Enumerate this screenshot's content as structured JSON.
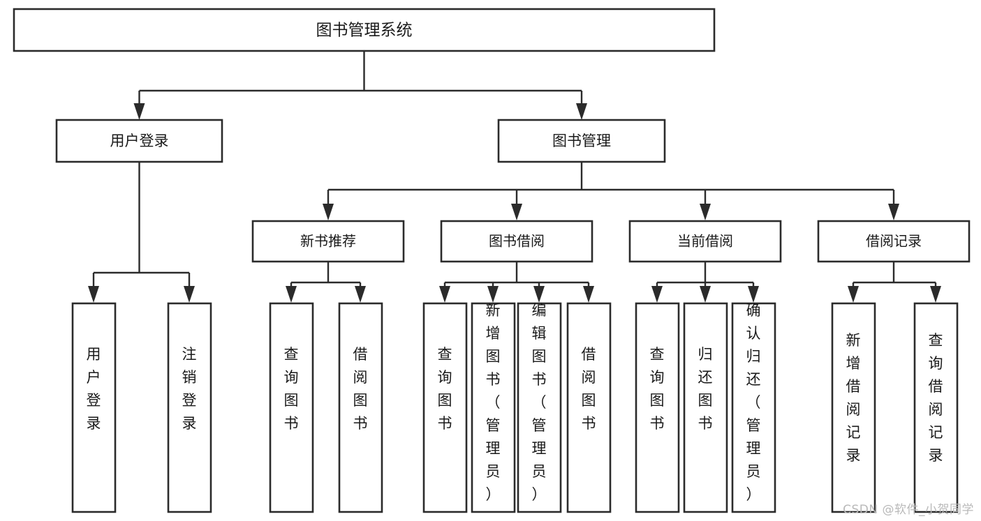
{
  "diagram": {
    "title": "图书管理系统",
    "type": "tree-hierarchy-chart",
    "watermark": "CSDN @软件_小贺同学",
    "colors": {
      "box_stroke": "#2b2b2b",
      "box_fill": "#ffffff",
      "text": "#1a1a1a",
      "background": "#ffffff",
      "watermark": "#b9b9b9"
    },
    "root": {
      "label": "图书管理系统"
    },
    "level1": [
      {
        "id": "user-login",
        "label": "用户登录"
      },
      {
        "id": "book-management",
        "label": "图书管理"
      }
    ],
    "level2": [
      {
        "id": "new-book-recommend",
        "label": "新书推荐"
      },
      {
        "id": "book-borrow",
        "label": "图书借阅"
      },
      {
        "id": "current-borrow",
        "label": "当前借阅"
      },
      {
        "id": "borrow-record",
        "label": "借阅记录"
      }
    ],
    "leaves": {
      "user_login": [
        {
          "id": "leaf-user-login",
          "label": "用户登录"
        },
        {
          "id": "leaf-logout-login",
          "label": "注销登录"
        }
      ],
      "new_book_recommend": [
        {
          "id": "leaf-query-book-1",
          "label": "查询图书"
        },
        {
          "id": "leaf-borrow-book-1",
          "label": "借阅图书"
        }
      ],
      "book_borrow": [
        {
          "id": "leaf-query-book-2",
          "label": "查询图书"
        },
        {
          "id": "leaf-add-book",
          "label": "新增图书（管理员）"
        },
        {
          "id": "leaf-edit-book",
          "label": "编辑图书（管理员）"
        },
        {
          "id": "leaf-borrow-book-2",
          "label": "借阅图书"
        }
      ],
      "current_borrow": [
        {
          "id": "leaf-query-book-3",
          "label": "查询图书"
        },
        {
          "id": "leaf-return-book",
          "label": "归还图书"
        },
        {
          "id": "leaf-confirm-return",
          "label": "确认归还（管理员）"
        }
      ],
      "borrow_record": [
        {
          "id": "leaf-add-record",
          "label": "新增借阅记录"
        },
        {
          "id": "leaf-query-record",
          "label": "查询借阅记录"
        }
      ]
    }
  }
}
